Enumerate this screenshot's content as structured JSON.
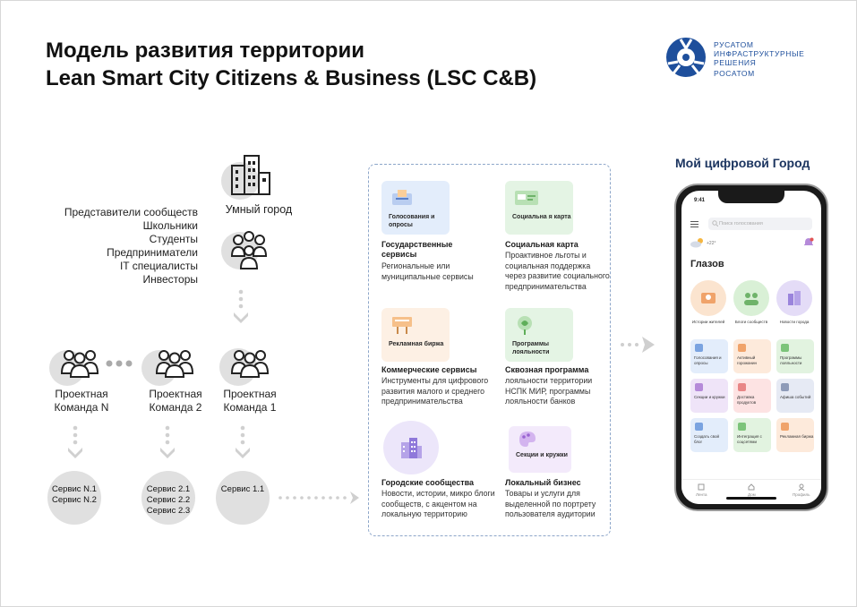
{
  "title": {
    "line1": "Модель развития территории",
    "line2": "Lean Smart City Citizens & Business (LSC C&B)"
  },
  "logo": {
    "line1": "РУСАТОМ",
    "line2": "ИНФРАСТРУКТУРНЫЕ",
    "line3": "РЕШЕНИЯ",
    "line4": "РОСАТОМ",
    "color": "#1e4f9c"
  },
  "smart_city": {
    "label": "Умный город"
  },
  "representatives": [
    "Представители сообществ",
    "Школьники",
    "Студенты",
    "Предприниматели",
    "IT специалисты",
    "Инвесторы"
  ],
  "teams": [
    {
      "label": "Проектная Команда N",
      "services": [
        "Сервис N.1",
        "Сервис N.2"
      ]
    },
    {
      "label": "Проектная Команда 2",
      "services": [
        "Сервис 2.1",
        "Сервис 2.2",
        "Сервис 2.3"
      ]
    },
    {
      "label": "Проектная Команда 1",
      "services": [
        "Сервис 1.1"
      ]
    }
  ],
  "platform": [
    {
      "card": "Голосования и опросы",
      "title": "Государственные сервисы",
      "desc": "Региональные или муниципальные сервисы",
      "color": "#e3edfb"
    },
    {
      "card": "Социальна я карта",
      "title": "Социальная карта",
      "desc": "Проактивное льготы и социальная поддержка через развитие социального предпринимательства",
      "color": "#e4f4e4"
    },
    {
      "card": "Рекламная биржа",
      "title": "Коммерческие сервисы",
      "desc": "Инструменты для цифрового развития малого и среднего предпринимательства",
      "color": "#fdf0e4"
    },
    {
      "card": "Программы лояльности",
      "title": "Сквозная программа",
      "desc": "лояльности территории НСПК МИР, программы лояльности банков",
      "color": "#e4f4e4"
    },
    {
      "card": "",
      "title": "Городские сообщества",
      "desc": "Новости, истории, микро блоги сообществ, с акцентом на локальную территорию",
      "color": "#ece6fa"
    },
    {
      "card": "Секции и кружки",
      "title": "Локальный бизнес",
      "desc": "Товары и услуги для выделенной по портрету пользователя аудитории",
      "color": "#f3eafb"
    }
  ],
  "phone": {
    "heading": "Мой цифровой Город",
    "time": "9:41",
    "search_placeholder": "Поиск голосования",
    "weather": "+22°",
    "city": "Глазов",
    "big_items": [
      {
        "label": "Истории жителей",
        "color": "#fbe4cf"
      },
      {
        "label": "Блоги сообществ",
        "color": "#d9f0d6"
      },
      {
        "label": "Новости города",
        "color": "#e4dcf7"
      }
    ],
    "tiles": [
      {
        "label": "Голосования и опросы",
        "color": "#e3edfb",
        "accent": "#7aa3e0"
      },
      {
        "label": "Активный горожанин",
        "color": "#fdeadb",
        "accent": "#f0a36a"
      },
      {
        "label": "Программы лояльности",
        "color": "#e2f3e0",
        "accent": "#7cc47a"
      },
      {
        "label": "Секции и кружки",
        "color": "#efe4f8",
        "accent": "#b58ad9"
      },
      {
        "label": "Доставка продуктов",
        "color": "#fde3e3",
        "accent": "#e88686"
      },
      {
        "label": "Афиша событий",
        "color": "#e6eaf4",
        "accent": "#8e9bb8"
      },
      {
        "label": "Создать свой блог",
        "color": "#e3edfb",
        "accent": "#7aa3e0"
      },
      {
        "label": "Интеграция с соцсетями",
        "color": "#e2f3e0",
        "accent": "#7cc47a"
      },
      {
        "label": "Рекламная биржа",
        "color": "#fdeadb",
        "accent": "#f0a36a"
      }
    ],
    "nav": [
      "Лента",
      "Дом",
      "Профиль"
    ]
  }
}
